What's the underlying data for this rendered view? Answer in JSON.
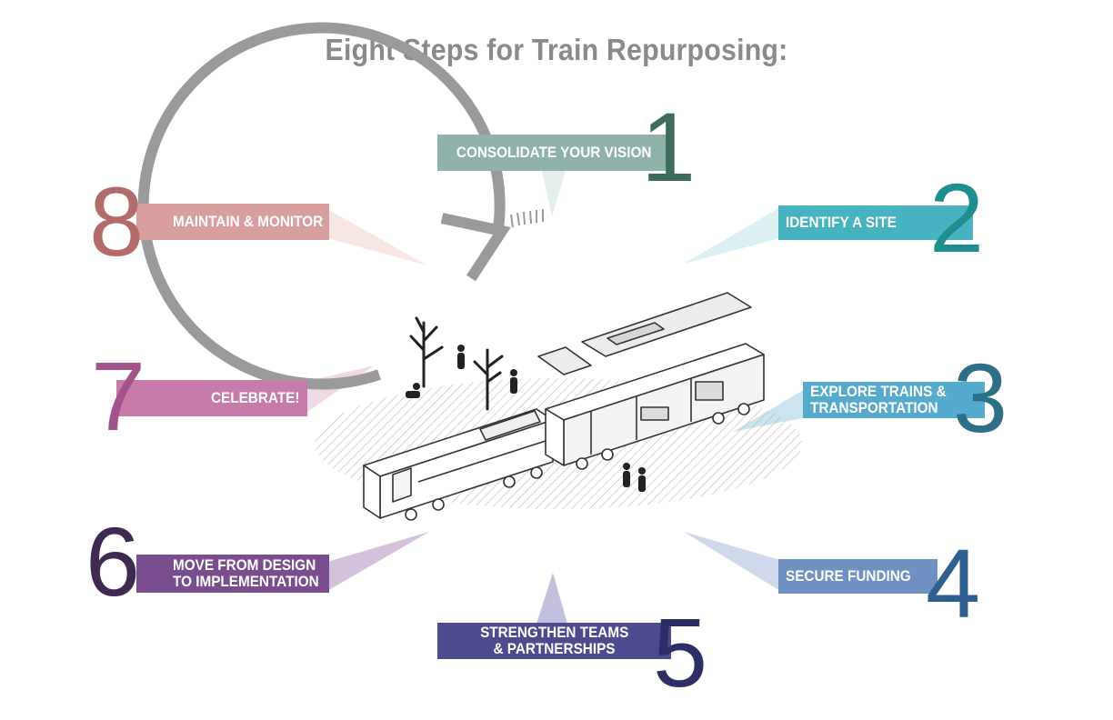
{
  "title": "Eight Steps for Train Repurposing:",
  "steps": [
    {
      "number": "1",
      "label_lines": [
        "CONSOLIDATE YOUR VISION"
      ],
      "color": "#8fb3aa",
      "number_color": "#3f6b5d"
    },
    {
      "number": "2",
      "label_lines": [
        "IDENTIFY A SITE"
      ],
      "color": "#47b3c0",
      "number_color": "#1f8e8e"
    },
    {
      "number": "3",
      "label_lines": [
        "EXPLORE TRAINS &",
        "TRANSPORTATION"
      ],
      "color": "#56aacb",
      "number_color": "#2c6f86"
    },
    {
      "number": "4",
      "label_lines": [
        "SECURE FUNDING"
      ],
      "color": "#6e90c2",
      "number_color": "#2f5f8e"
    },
    {
      "number": "5",
      "label_lines": [
        "STRENGTHEN TEAMS",
        "& PARTNERSHIPS"
      ],
      "color": "#4d4a8e",
      "number_color": "#2e2e66"
    },
    {
      "number": "6",
      "label_lines": [
        "MOVE FROM DESIGN",
        "TO IMPLEMENTATION"
      ],
      "color": "#7a4e8e",
      "number_color": "#3f2a52"
    },
    {
      "number": "7",
      "label_lines": [
        "CELEBRATE!"
      ],
      "color": "#c77bab",
      "number_color": "#a2538c"
    },
    {
      "number": "8",
      "label_lines": [
        "MAINTAIN & MONITOR"
      ],
      "color": "#d99f9f",
      "number_color": "#b36b6b"
    }
  ],
  "colors": {
    "cycle_arrow": "#9a9a9a",
    "title": "#8a8a8a",
    "illustration_line": "#333333"
  }
}
